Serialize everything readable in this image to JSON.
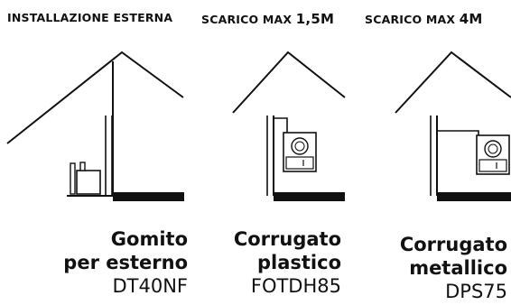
{
  "panels": [
    {
      "heading_prefix": "INSTALLAZIONE ESTERNA",
      "heading_value": "",
      "name_line1": "Gomito",
      "name_line2": "per esterno",
      "code": "DT40NF"
    },
    {
      "heading_prefix": "SCARICO MAX",
      "heading_value": "1,5M",
      "name_line1": "Corrugato",
      "name_line2": "plastico",
      "code": "FOTDH85"
    },
    {
      "heading_prefix": "SCARICO MAX",
      "heading_value": "4M",
      "name_line1": "Corrugato",
      "name_line2": "metallico",
      "code": "DPS75"
    }
  ]
}
